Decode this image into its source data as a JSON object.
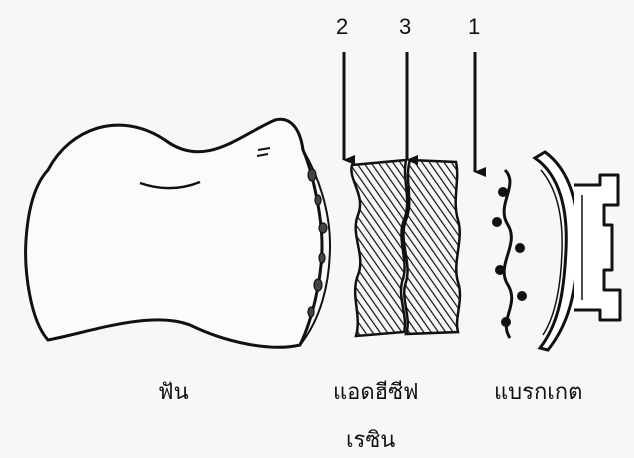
{
  "arrows": [
    {
      "number": "2"
    },
    {
      "number": "3"
    },
    {
      "number": "1"
    }
  ],
  "labels": {
    "tooth": "ฟัน",
    "adhesive_line1": "แอดฮีซีฟ",
    "adhesive_line2": "เรซิน",
    "bracket": "แบรกเกต"
  },
  "colors": {
    "ink": "#111111",
    "background": "#f7f7f7"
  }
}
